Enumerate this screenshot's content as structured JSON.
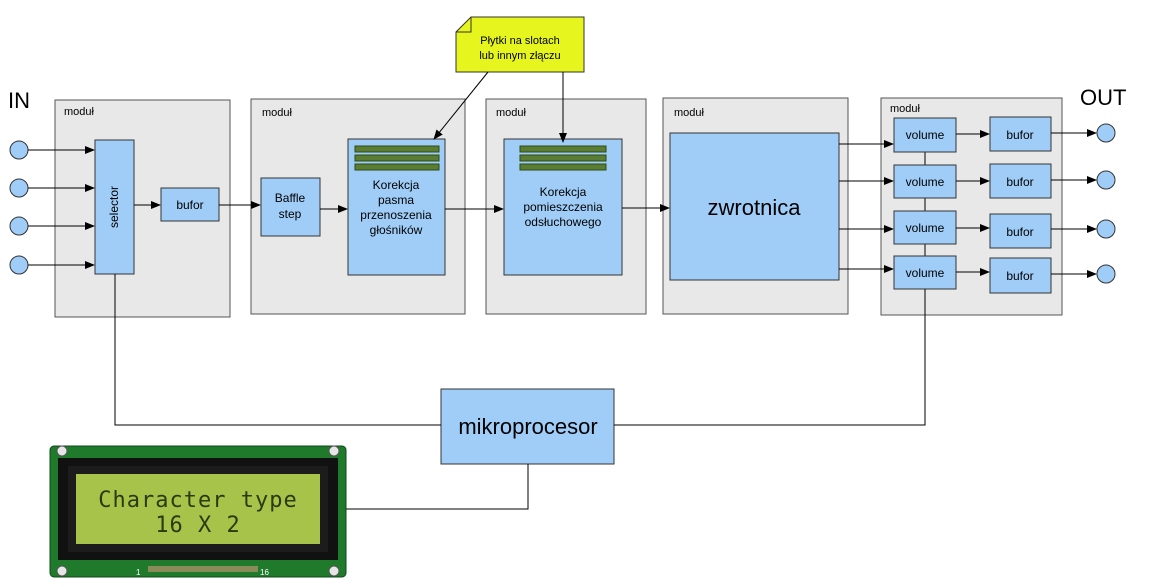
{
  "labels": {
    "in": "IN",
    "out": "OUT",
    "module": "moduł",
    "selector": "selector",
    "buffer": "bufor",
    "baffle": [
      "Baffle",
      "step"
    ],
    "speaker_correction": [
      "Korekcja",
      "pasma",
      "przenoszenia",
      "głośników"
    ],
    "room_correction": [
      "Korekcja",
      "pomieszczenia",
      "odsłuchowego"
    ],
    "crossover": "zwrotnica",
    "volume": "volume",
    "microprocessor": "mikroprocesor",
    "callout": [
      "Płytki na slotach",
      "lub innym złączu"
    ]
  },
  "lcd": {
    "line1": "Character type",
    "line2": "16 X 2",
    "pin_first": "1",
    "pin_last": "16"
  },
  "colors": {
    "block": "#9fcdf7",
    "module": "#e8e8e8",
    "callout": "#e6f51e",
    "card": "#5a7d33",
    "lcd_screen": "#a8c34a",
    "pcb": "#1f7a2c"
  }
}
